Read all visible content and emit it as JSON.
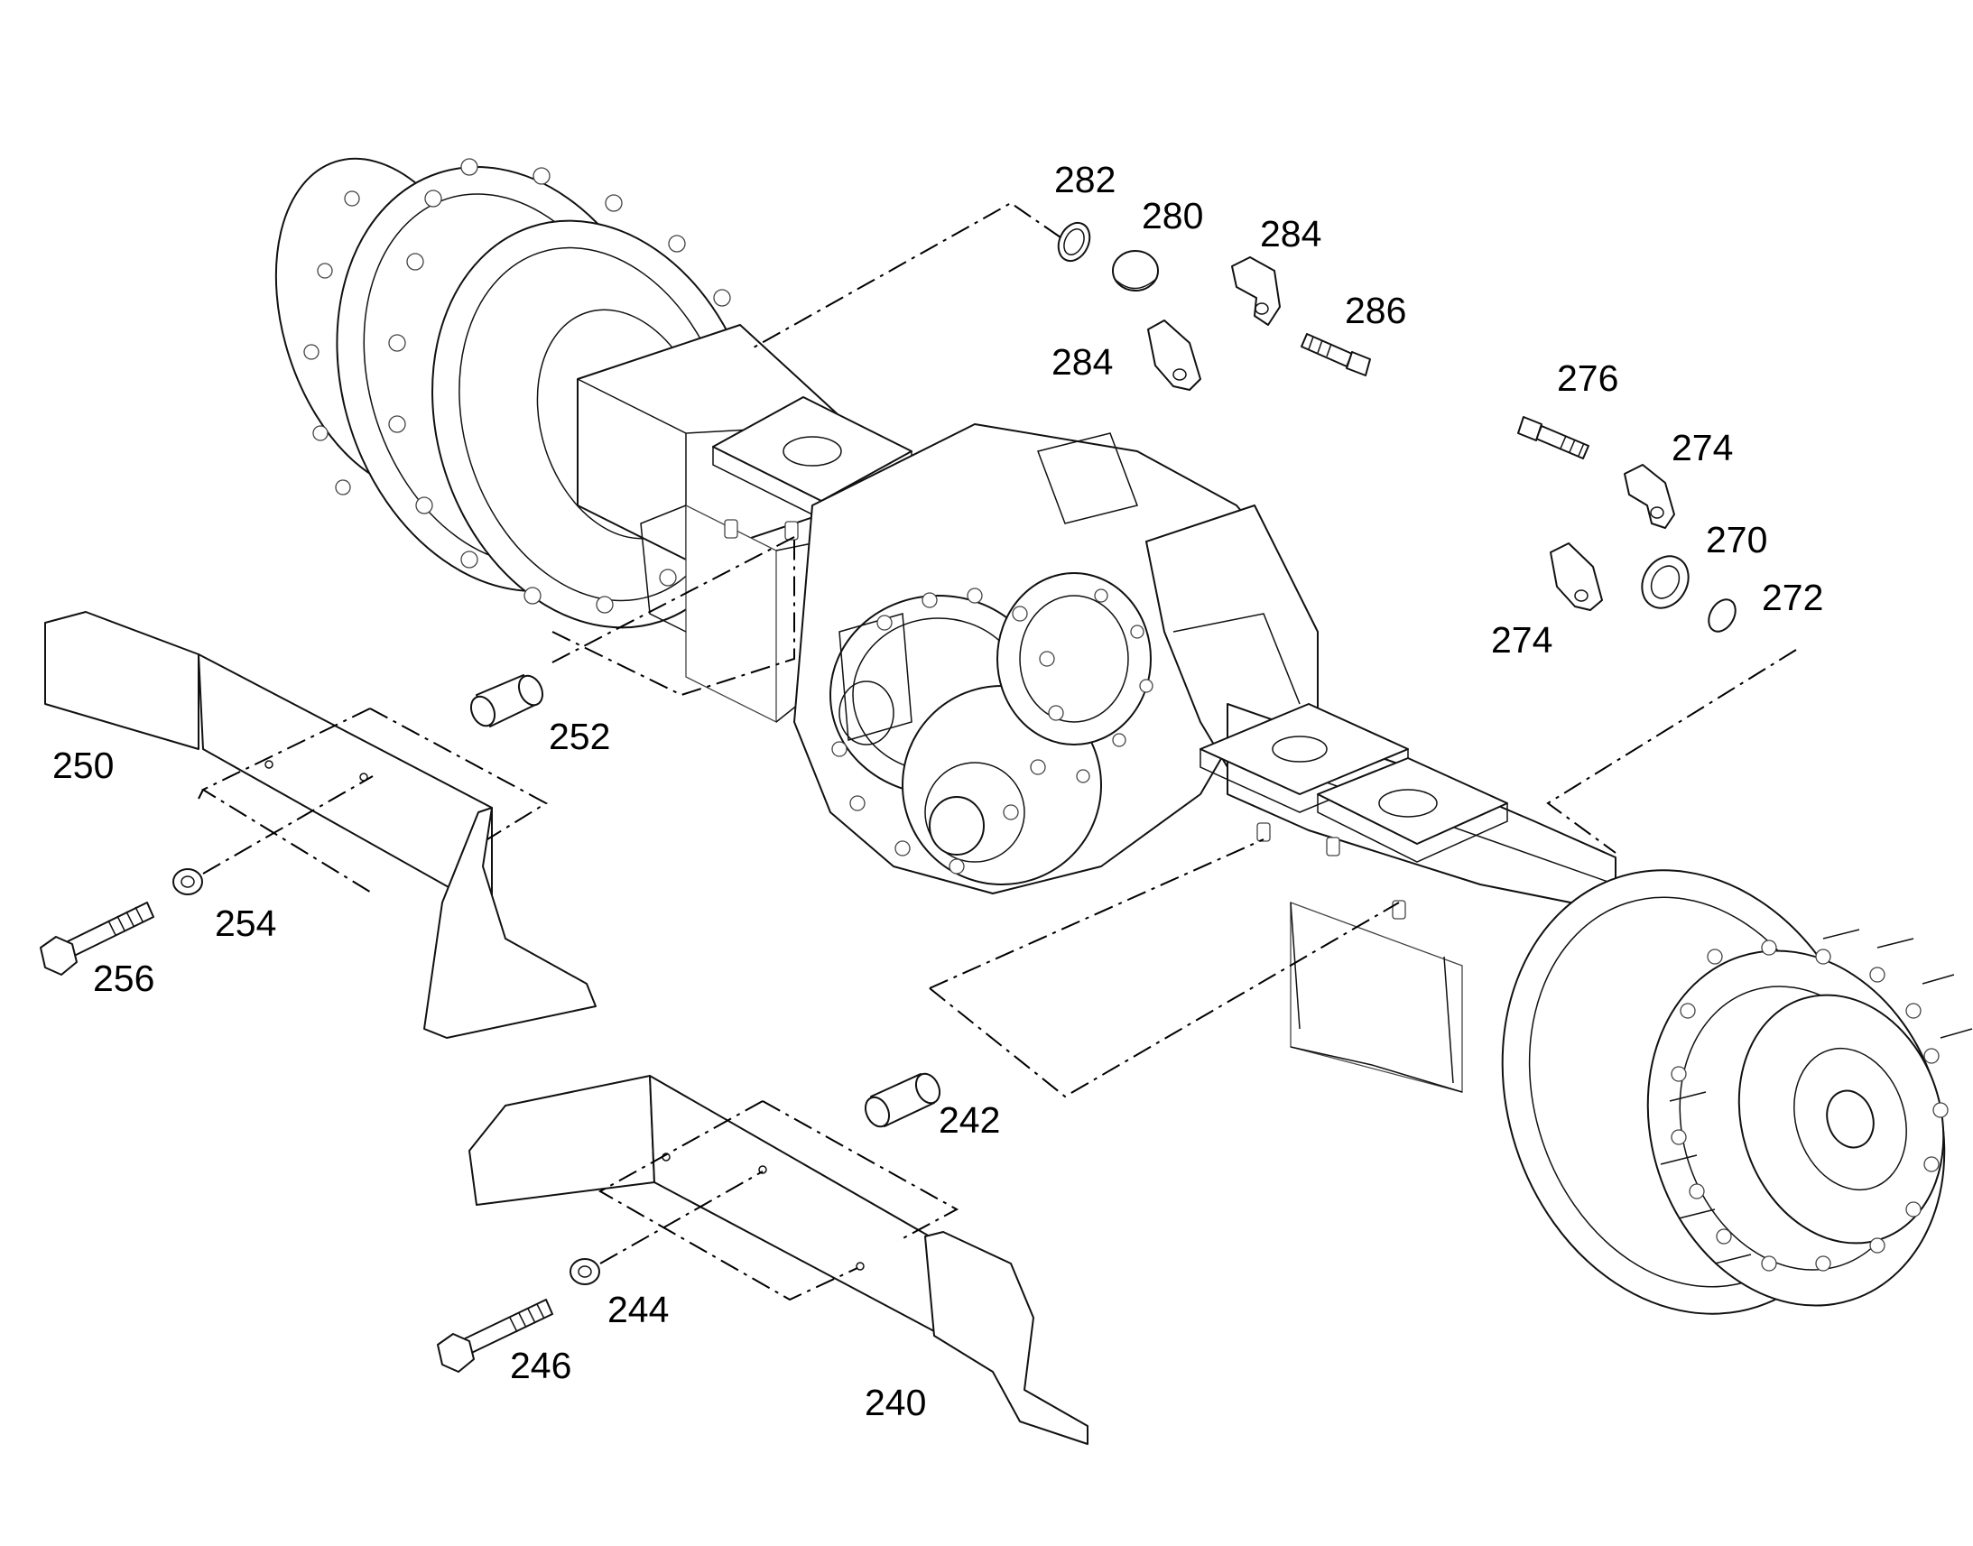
{
  "diagram": {
    "callouts": [
      {
        "id": "c282",
        "label": "282"
      },
      {
        "id": "c280",
        "label": "280"
      },
      {
        "id": "c284a",
        "label": "284"
      },
      {
        "id": "c286",
        "label": "286"
      },
      {
        "id": "c284b",
        "label": "284"
      },
      {
        "id": "c276",
        "label": "276"
      },
      {
        "id": "c274a",
        "label": "274"
      },
      {
        "id": "c270",
        "label": "270"
      },
      {
        "id": "c272",
        "label": "272"
      },
      {
        "id": "c274b",
        "label": "274"
      },
      {
        "id": "c250",
        "label": "250"
      },
      {
        "id": "c252",
        "label": "252"
      },
      {
        "id": "c254",
        "label": "254"
      },
      {
        "id": "c256",
        "label": "256"
      },
      {
        "id": "c242",
        "label": "242"
      },
      {
        "id": "c244",
        "label": "244"
      },
      {
        "id": "c246",
        "label": "246"
      },
      {
        "id": "c240",
        "label": "240"
      }
    ]
  }
}
